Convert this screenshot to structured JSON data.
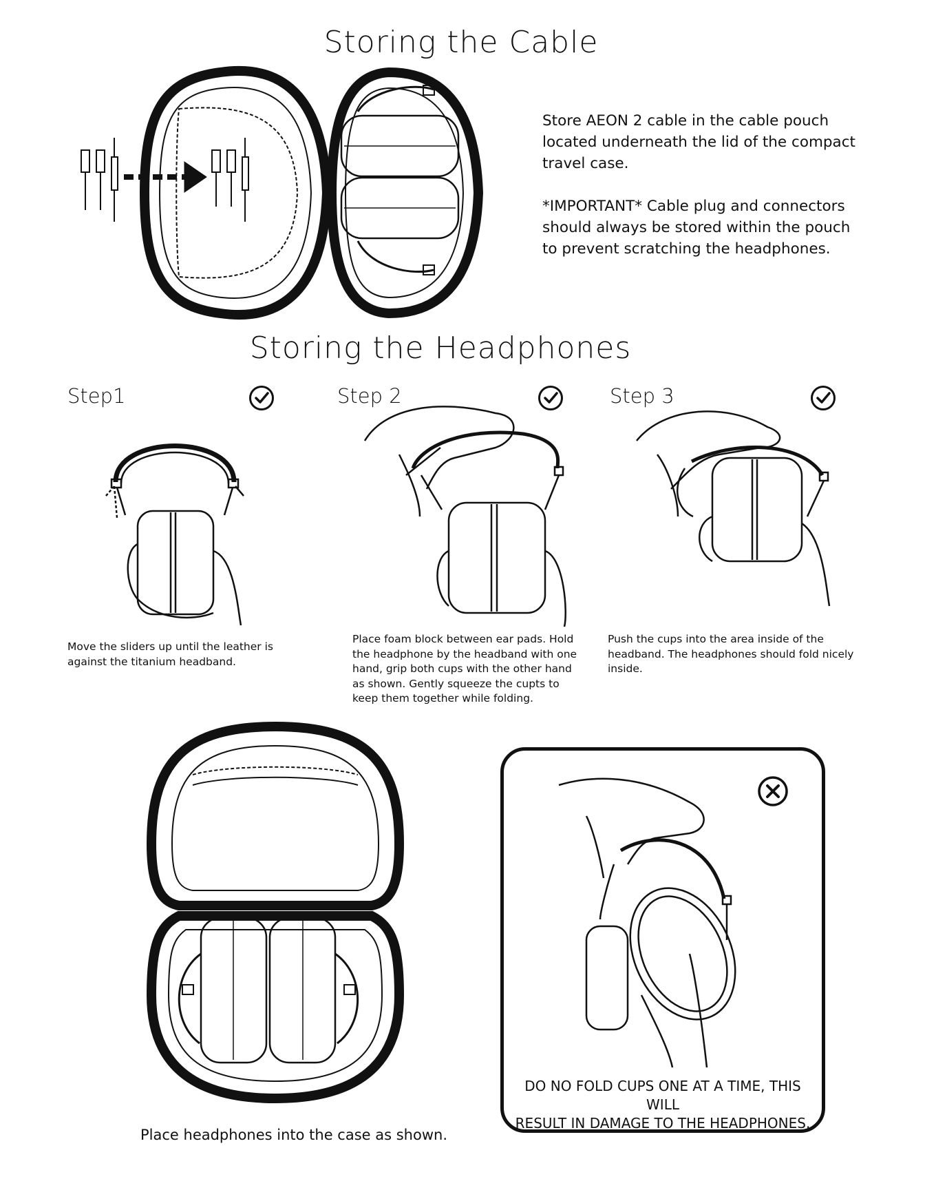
{
  "cable_section": {
    "title": "Storing the Cable",
    "paragraph1": "Store AEON 2 cable in the cable pouch located underneath the lid of the compact travel case.",
    "paragraph2": "*IMPORTANT*   Cable plug and connectors should always be stored within the pouch to prevent scratching the headphones."
  },
  "headphones_section": {
    "title": "Storing the Headphones",
    "steps": [
      {
        "label": "Step1",
        "caption": "Move the sliders up until the leather is against the titanium headband.",
        "icon": "check-circle-icon"
      },
      {
        "label": "Step 2",
        "caption": "Place foam block between ear pads. Hold the headphone by the headband with one hand, grip both cups with the other hand as shown. Gently squeeze the cupts to keep them together while folding.",
        "icon": "check-circle-icon"
      },
      {
        "label": "Step 3",
        "caption": "Push the cups into the area inside of the headband. The headphones should fold nicely inside.",
        "icon": "check-circle-icon"
      }
    ],
    "case_caption": "Place headphones into the case as shown.",
    "warning": {
      "icon": "x-circle-icon",
      "text_line1": "DO NO FOLD CUPS ONE AT A TIME, THIS WILL",
      "text_line2": "RESULT IN DAMAGE TO THE HEADPHONES."
    }
  },
  "colors": {
    "ink": "#111111",
    "background": "#ffffff"
  }
}
